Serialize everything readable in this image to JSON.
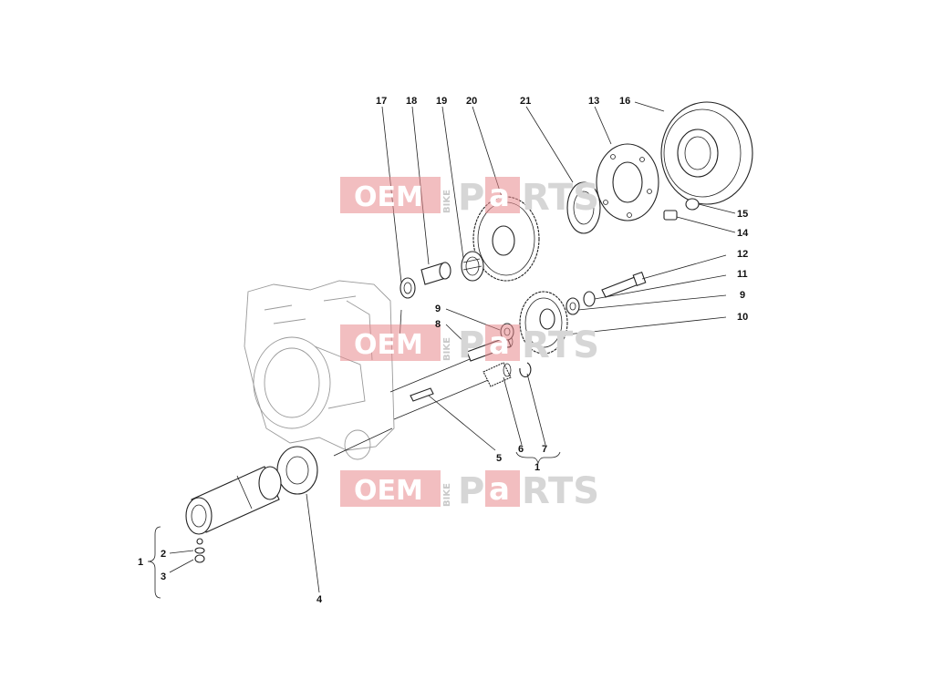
{
  "callouts": [
    {
      "id": "c17",
      "text": "17"
    },
    {
      "id": "c18",
      "text": "18"
    },
    {
      "id": "c19",
      "text": "19"
    },
    {
      "id": "c20",
      "text": "20"
    },
    {
      "id": "c21",
      "text": "21"
    },
    {
      "id": "c13",
      "text": "13"
    },
    {
      "id": "c16",
      "text": "16"
    },
    {
      "id": "c15",
      "text": "15"
    },
    {
      "id": "c14",
      "text": "14"
    },
    {
      "id": "c12",
      "text": "12"
    },
    {
      "id": "c11",
      "text": "11"
    },
    {
      "id": "c9r",
      "text": "9"
    },
    {
      "id": "c10",
      "text": "10"
    },
    {
      "id": "c9l",
      "text": "9"
    },
    {
      "id": "c8",
      "text": "8"
    },
    {
      "id": "c5",
      "text": "5"
    },
    {
      "id": "c6",
      "text": "6"
    },
    {
      "id": "c7",
      "text": "7"
    },
    {
      "id": "c1mid",
      "text": "1"
    },
    {
      "id": "c1left",
      "text": "1"
    },
    {
      "id": "c2",
      "text": "2"
    },
    {
      "id": "c3",
      "text": "3"
    },
    {
      "id": "c4",
      "text": "4"
    }
  ],
  "watermark": {
    "oem": "OEM",
    "bike": "BIKE",
    "parts_p": "P",
    "parts_a": "a",
    "parts_rts": "RTS",
    "box_color": "#e8898c"
  }
}
